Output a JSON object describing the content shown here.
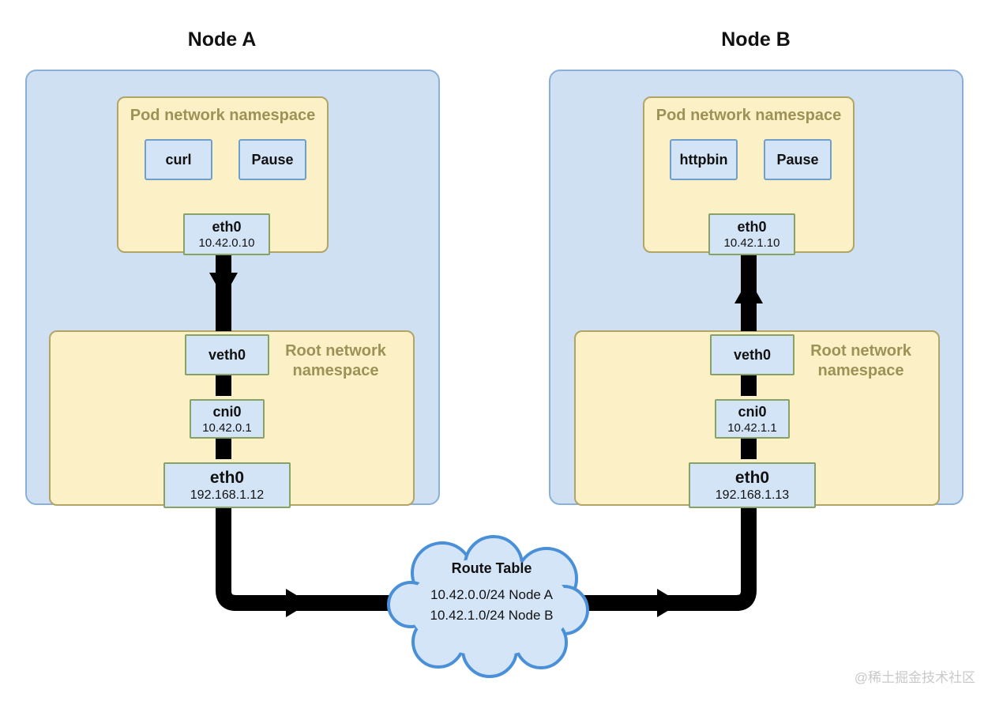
{
  "nodes": [
    {
      "title": "Node A",
      "pod_namespace": {
        "label": "Pod network namespace",
        "containers": [
          "curl",
          "Pause"
        ],
        "interface": {
          "name": "eth0",
          "ip": "10.42.0.10"
        }
      },
      "root_namespace": {
        "label": "Root network namespace",
        "veth": {
          "name": "veth0"
        },
        "bridge": {
          "name": "cni0",
          "ip": "10.42.0.1"
        },
        "interface": {
          "name": "eth0",
          "ip": "192.168.1.12"
        }
      }
    },
    {
      "title": "Node B",
      "pod_namespace": {
        "label": "Pod network namespace",
        "containers": [
          "httpbin",
          "Pause"
        ],
        "interface": {
          "name": "eth0",
          "ip": "10.42.1.10"
        }
      },
      "root_namespace": {
        "label": "Root network namespace",
        "veth": {
          "name": "veth0"
        },
        "bridge": {
          "name": "cni0",
          "ip": "10.42.1.1"
        },
        "interface": {
          "name": "eth0",
          "ip": "192.168.1.13"
        }
      }
    }
  ],
  "route_table": {
    "title": "Route Table",
    "entries": [
      "10.42.0.0/24 Node A",
      "10.42.1.0/24 Node B"
    ]
  },
  "watermark": "@稀土掘金技术社区",
  "colors": {
    "node_fill": "#cfe0f3",
    "node_border": "#8ab0d9",
    "namespace_fill": "#fcf1c6",
    "namespace_border": "#b2a366",
    "namespace_label": "#9c9257",
    "box_fill": "#d4e4f7",
    "container_border": "#6f9fca",
    "interface_border": "#87a263",
    "cloud_fill": "#d5e5f8",
    "cloud_border": "#4a90d9",
    "arrow": "#000000",
    "watermark": "#c9c9c9"
  }
}
